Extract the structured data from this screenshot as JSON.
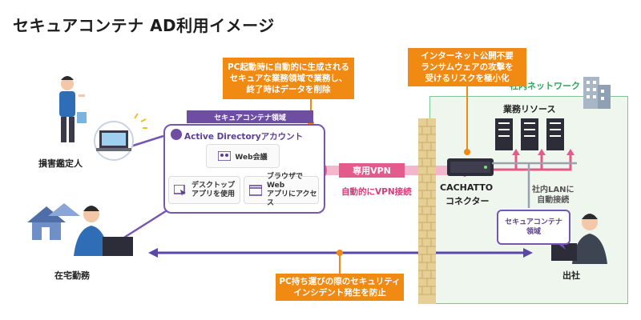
{
  "title": "セキュアコンテナ AD利用イメージ",
  "network_label": "社内ネットワーク",
  "secure_container_tag": "セキュアコンテナ領域",
  "ad_account": "Active Directoryアカウント",
  "web_meeting": "Web会議",
  "desktop_app": "デスクトップ\nアプリを使用",
  "browser_app": "ブラウザでWeb\nアプリにアクセス",
  "callout_top_left": "PC起動時に自動的に生成される\nセキュアな業務領域で業務し、\n終了時はデータを削除",
  "callout_top_right": "インターネット公開不要\nランサムウェアの攻撃を\n受けるリスクを極小化",
  "callout_bottom": "PC持ち運びの際のセキュリティ\nインシデント発生を防止",
  "vpn_label": "専用VPN",
  "vpn_auto": "自動的にVPN接続",
  "business_resources": "業務リソース",
  "connector_name": "CACHATTO",
  "connector_sub": "コネクター",
  "lan_auto": "社内LANに\n自動接続",
  "bubble_text": "セキュアコンテナ\n領域",
  "person_adjuster": "損害鑑定人",
  "person_home": "在宅勤務",
  "person_office": "出社",
  "colors": {
    "purple": "#7656b3",
    "orange": "#f08a12",
    "pink": "#e35a8b",
    "green": "#7fc593"
  }
}
